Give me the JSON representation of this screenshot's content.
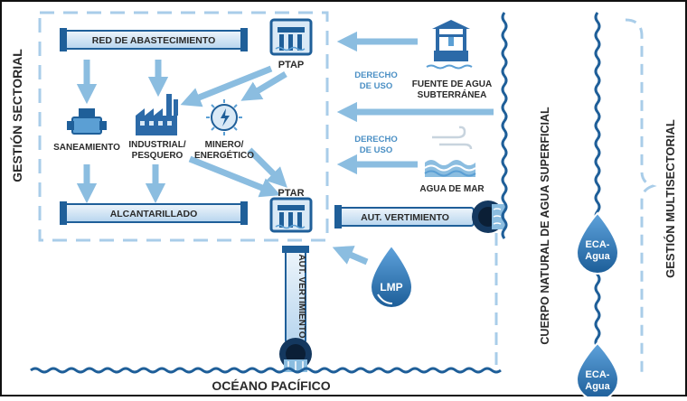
{
  "labels": {
    "gestion_sectorial": "GESTIÓN SECTORIAL",
    "red_abastecimiento": "RED DE ABASTECIMIENTO",
    "ptap": "PTAP",
    "derecho_uso_1": [
      "DERECHO",
      "DE USO"
    ],
    "fuente_agua": [
      "FUENTE DE AGUA",
      "SUBTERRÁNEA"
    ],
    "saneamiento": "SANEAMIENTO",
    "industrial": [
      "INDUSTRIAL/",
      "PESQUERO"
    ],
    "minero": [
      "MINERO/",
      "ENERGÉTICO"
    ],
    "derecho_uso_2": [
      "DERECHO",
      "DE USO"
    ],
    "agua_mar": "AGUA DE MAR",
    "ptar": "PTAR",
    "alcantarillado": "ALCANTARILLADO",
    "aut_vertimiento_h": "AUT. VERTIMIENTO",
    "aut_vertimiento_v": "AUT. VERTIMIENTO",
    "lmp": "LMP",
    "cuerpo_natural": "CUERPO NATURAL DE AGUA SUPERFICIAL",
    "eca_1": [
      "ECA-",
      "Agua"
    ],
    "eca_2": [
      "ECA-",
      "Agua"
    ],
    "gestion_multisectorial": "GESTIÓN MULTISECTORIAL",
    "oceano": "OCÉANO PACÍFICO"
  },
  "colors": {
    "light_blue": "#8bbde0",
    "mid_blue": "#5b9fd4",
    "dark_blue": "#1f5f99",
    "navy": "#14385f",
    "pipe_fill": "#d9e9f6",
    "dashed": "#a9cde9",
    "label_blue": "#4a8fc4"
  },
  "icons": [
    "tap-icon",
    "factory-icon",
    "power-icon",
    "plant-icon",
    "well-icon",
    "wind-wave-icon",
    "drop-icon",
    "outfall-icon"
  ]
}
